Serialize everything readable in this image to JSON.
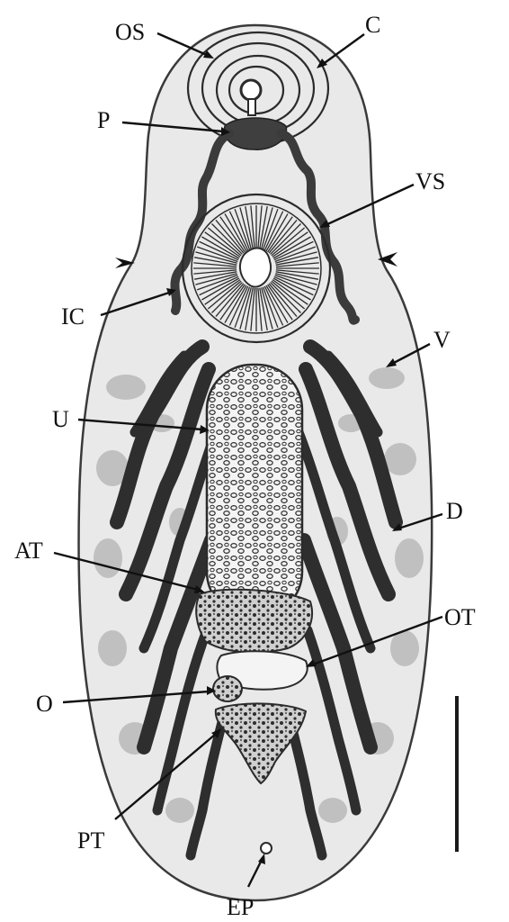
{
  "labels": {
    "os": "OS",
    "c": "C",
    "p": "P",
    "vs": "VS",
    "ic": "IC",
    "v": "V",
    "u": "U",
    "d": "D",
    "at": "AT",
    "ot": "OT",
    "o": "O",
    "pt": "PT",
    "ep": "EP"
  },
  "colors": {
    "body_fill": "#e9e9e9",
    "dark_structure": "#2e2e2e",
    "label_text": "#111111"
  }
}
